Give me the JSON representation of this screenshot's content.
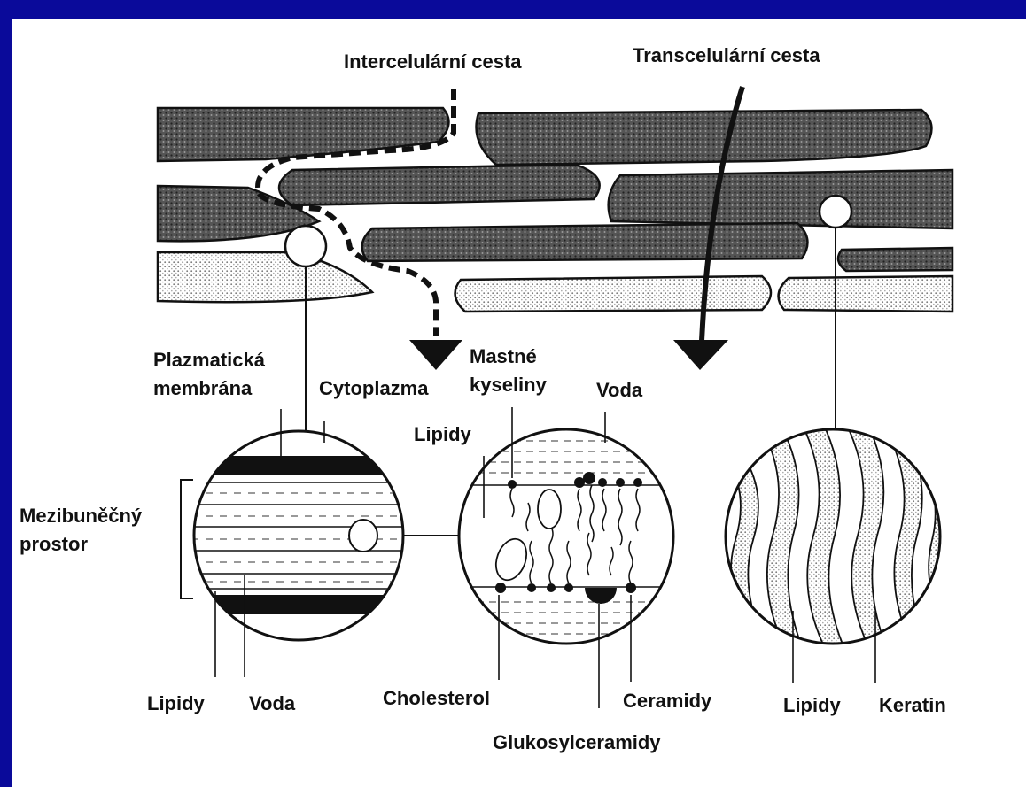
{
  "labels": {
    "intercellular_path": "Intercelulární cesta",
    "transcellular_path": "Transcelulární cesta",
    "plasma_membrane_1": "Plazmatická",
    "plasma_membrane_2": "membrána",
    "cytoplasm": "Cytoplazma",
    "fatty_acids_1": "Mastné",
    "fatty_acids_2": "kyseliny",
    "water_mid": "Voda",
    "lipids_mid": "Lipidy",
    "intercellular_space_1": "Mezibuněčný",
    "intercellular_space_2": "prostor",
    "lipids_left": "Lipidy",
    "water_left": "Voda",
    "cholesterol": "Cholesterol",
    "ceramides": "Ceramidy",
    "glucosylceramides": "Glukosylceramidy",
    "lipids_right": "Lipidy",
    "keratin": "Keratin"
  },
  "colors": {
    "frame": "#0a0a9a",
    "panel": "#ffffff",
    "ink": "#111111"
  }
}
